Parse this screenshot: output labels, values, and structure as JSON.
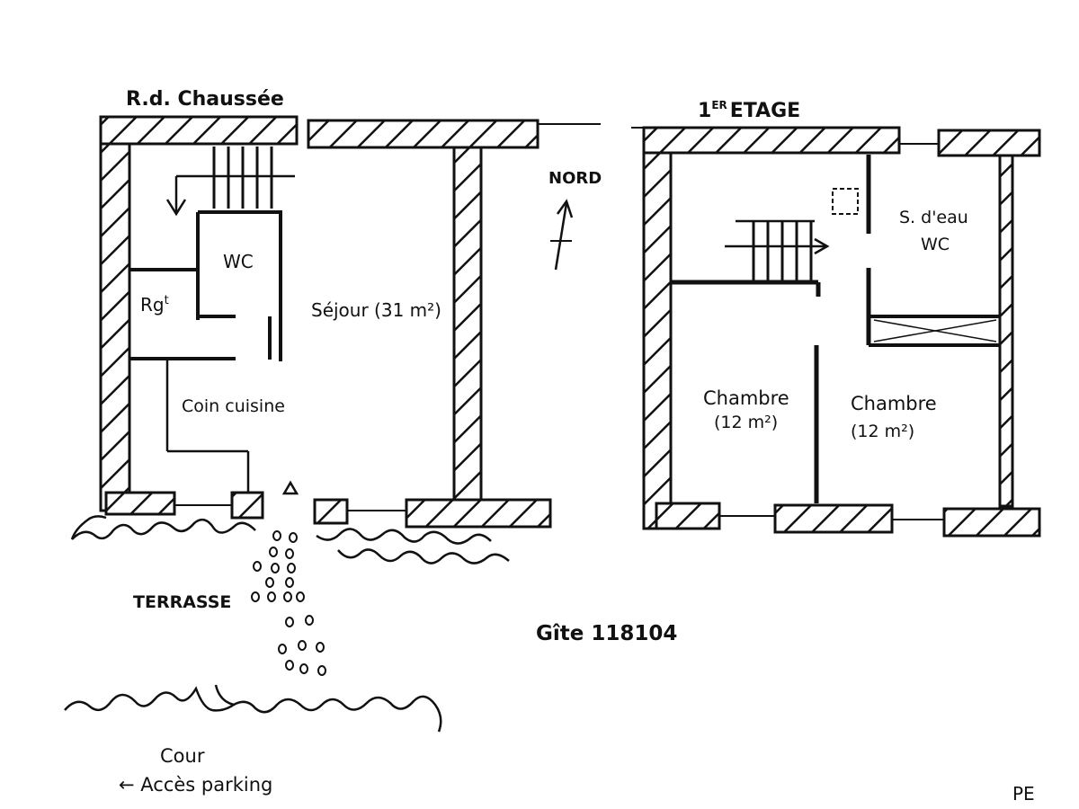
{
  "ground_floor": {
    "title": "R.d. Chaussée",
    "rooms": {
      "wc": "WC",
      "storage": "Rg",
      "storage_sup": "t",
      "kitchen": "Coin cuisine",
      "living": "Séjour (31 m²)"
    }
  },
  "upper_floor": {
    "title": "1ER ETAGE",
    "title_sup": "ER",
    "title_main": "ETAGE",
    "rooms": {
      "bath_line1": "S. d'eau",
      "bath_line2": "WC",
      "bedroom1_name": "Chambre",
      "bedroom1_area": "(12 m²)",
      "bedroom2_name": "Chambre",
      "bedroom2_area": "(12 m²)"
    }
  },
  "north_label": "NORD",
  "terrace_label": "TERRASSE",
  "gite_label": "Gîte 118104",
  "cour_label": "Cour",
  "parking_label": "← Accès parking",
  "signature": "PE"
}
